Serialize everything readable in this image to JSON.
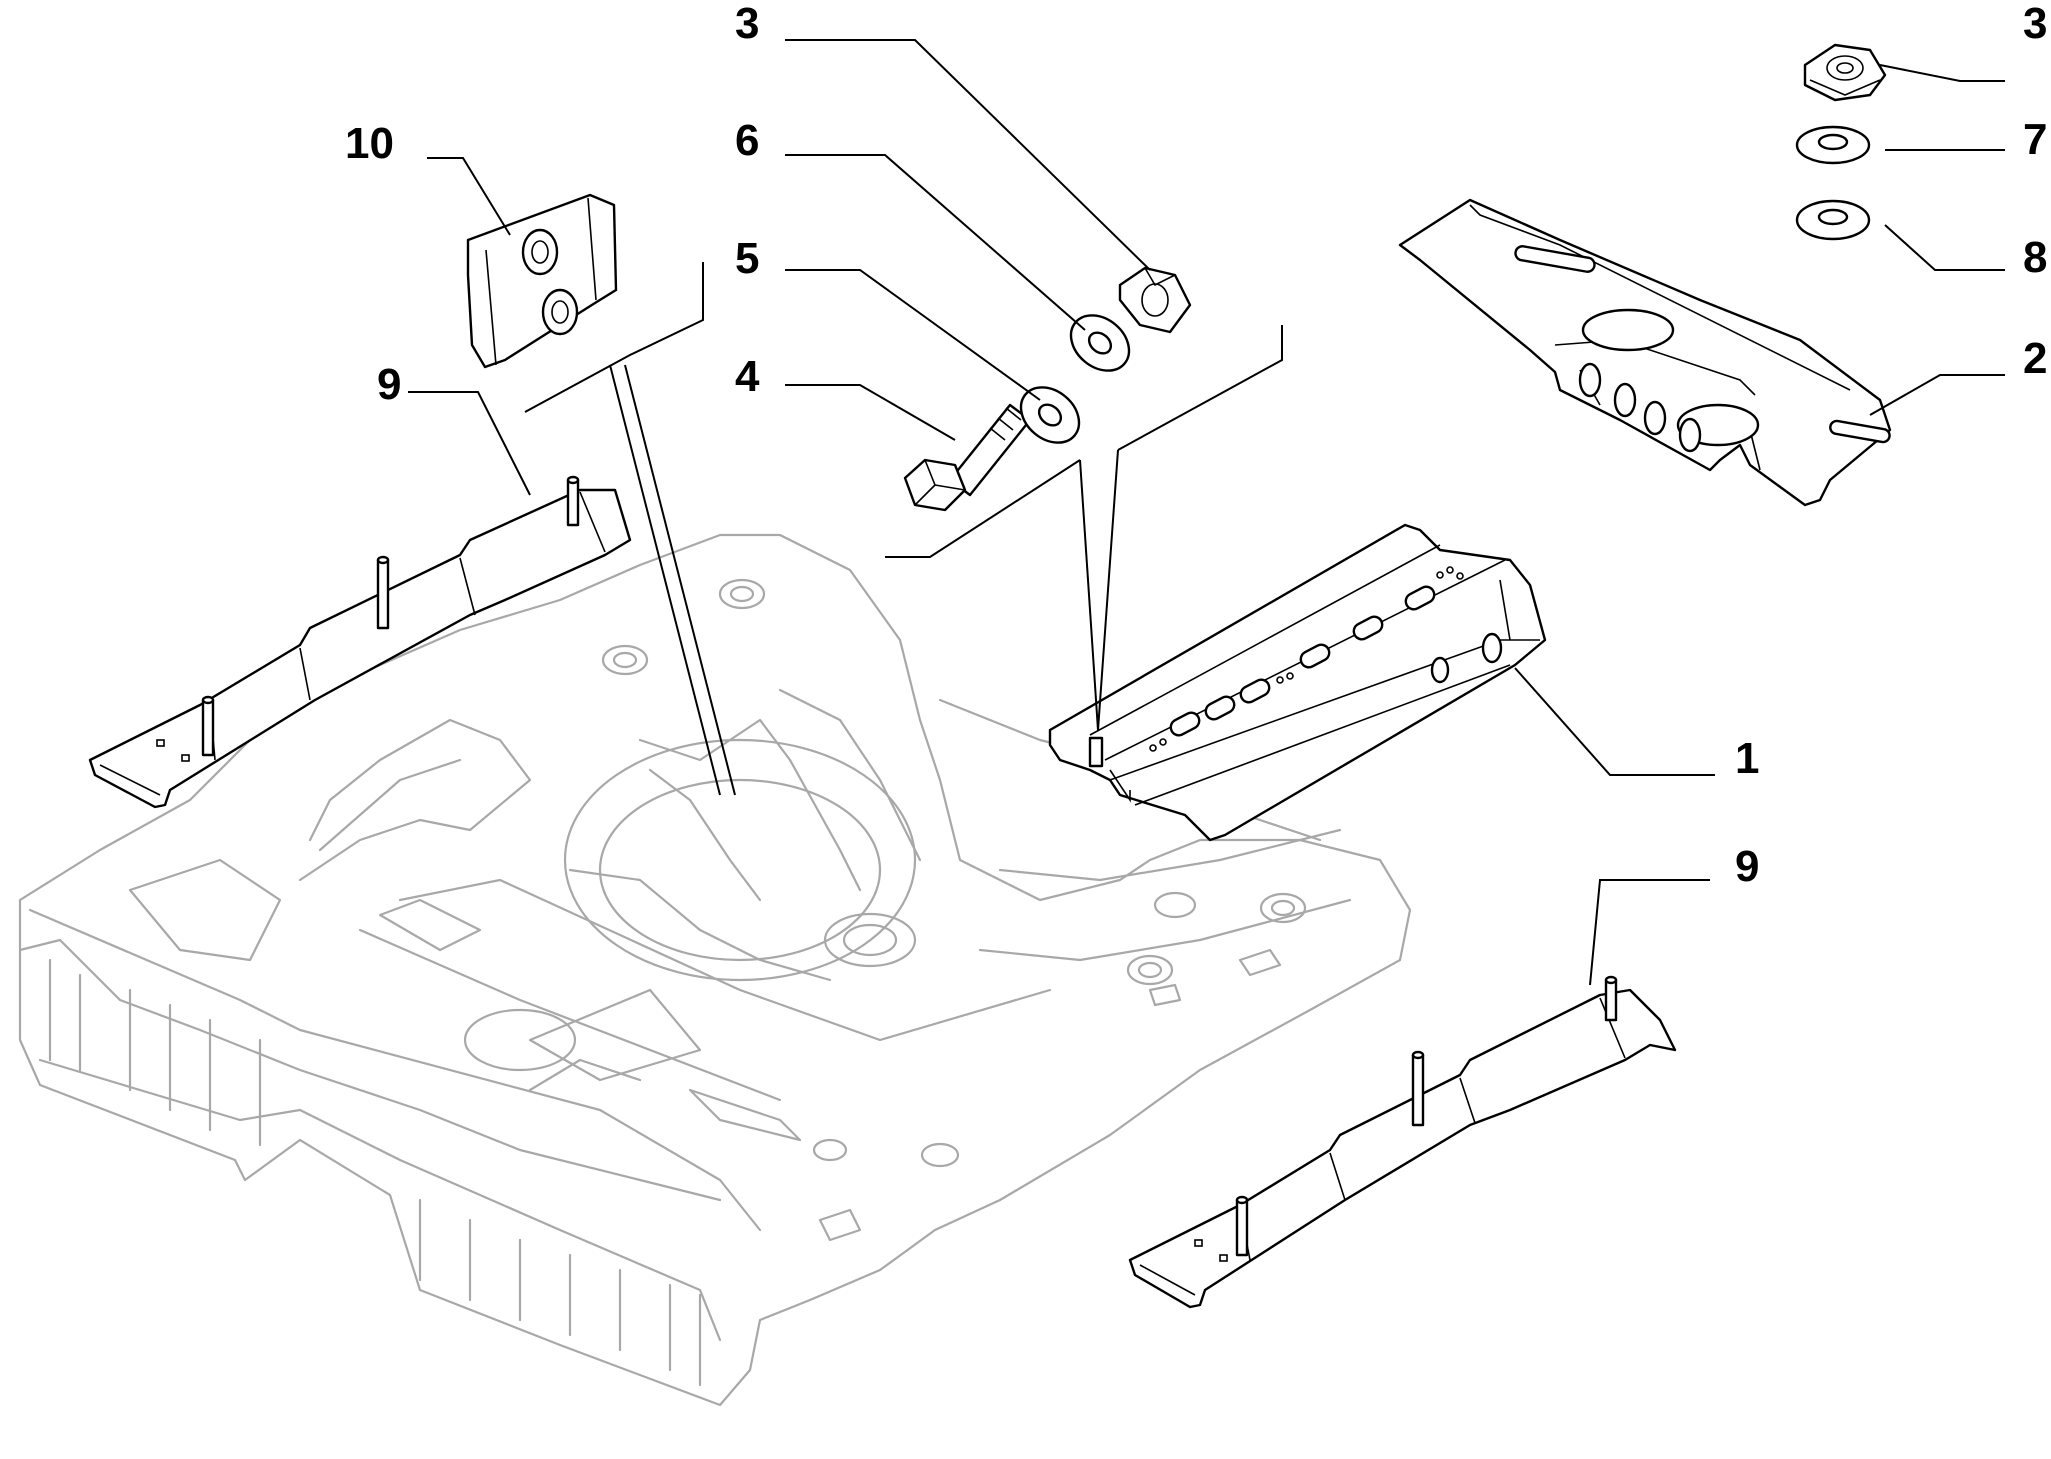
{
  "callouts": {
    "c1": "1",
    "c2": "2",
    "c3a": "3",
    "c3b": "3",
    "c4": "4",
    "c5": "5",
    "c6": "6",
    "c7": "7",
    "c8": "8",
    "c9a": "9",
    "c9b": "9",
    "c10": "10"
  },
  "colors": {
    "background": "#ffffff",
    "part_outline": "#000000",
    "floor_outline": "#a8a8a8"
  }
}
